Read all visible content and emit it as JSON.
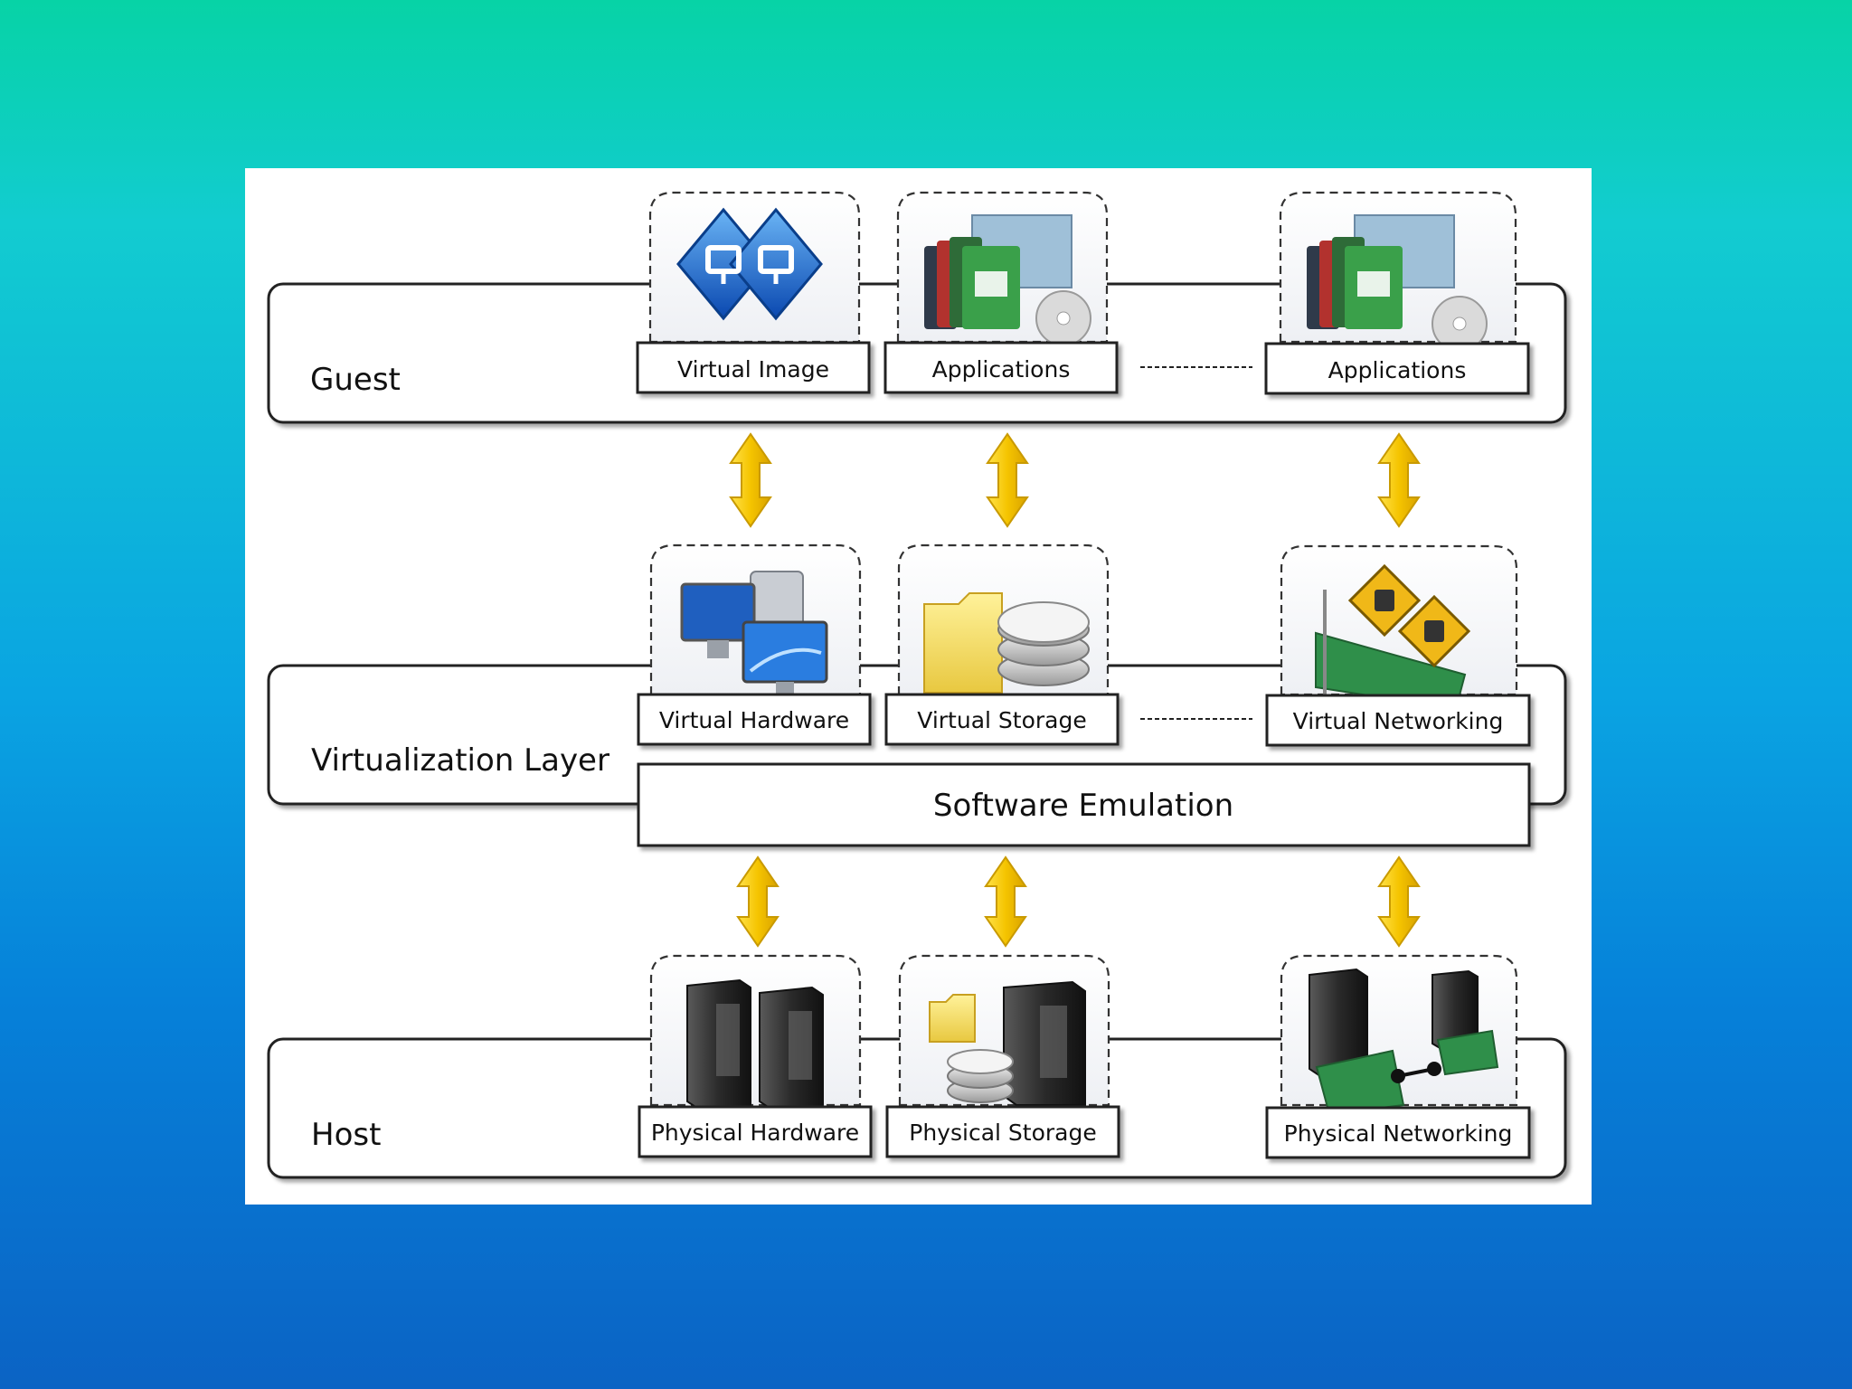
{
  "layers": {
    "guest": "Guest",
    "virtualization": "Virtualization Layer",
    "host": "Host"
  },
  "software_emulation": "Software Emulation",
  "guest_items": [
    {
      "label": "Virtual Image",
      "icon": "virtual-image-icon"
    },
    {
      "label": "Applications",
      "icon": "applications-icon"
    },
    {
      "label": "Applications",
      "icon": "applications-icon"
    }
  ],
  "virtual_items": [
    {
      "label": "Virtual Hardware",
      "icon": "computer-icon"
    },
    {
      "label": "Virtual Storage",
      "icon": "folder-disk-icon"
    },
    {
      "label": "Virtual Networking",
      "icon": "network-card-icon"
    }
  ],
  "host_items": [
    {
      "label": "Physical Hardware",
      "icon": "server-tower-icon"
    },
    {
      "label": "Physical Storage",
      "icon": "storage-server-icon"
    },
    {
      "label": "Physical Networking",
      "icon": "network-servers-icon"
    }
  ],
  "colors": {
    "arrow": "#f5c400",
    "arrow_edge": "#c99a00",
    "panel": "#ffffff",
    "border": "#222222"
  }
}
